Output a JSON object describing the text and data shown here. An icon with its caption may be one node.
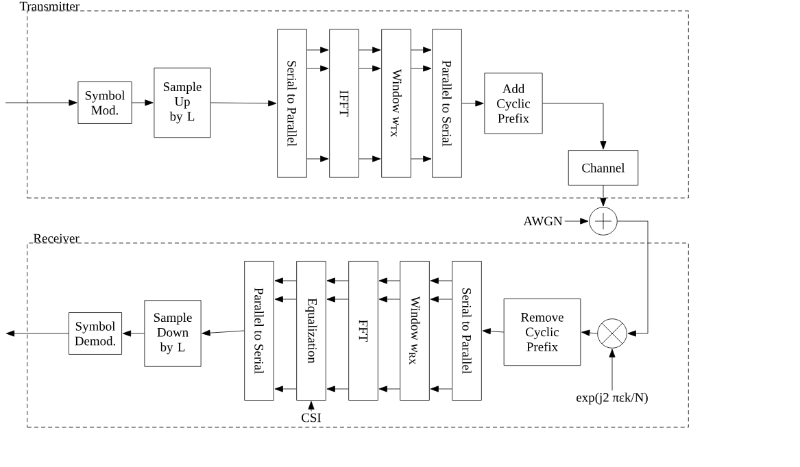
{
  "diagram": {
    "nodes": [
      {
        "text": [
          "Transmitter"
        ]
      },
      {
        "text": [
          "Symbol Mod."
        ],
        "in": 0
      },
      {
        "text": [
          "Sample Up by L"
        ],
        "in": 0
      },
      {
        "text": [
          "Serial to Parallel"
        ],
        "in": 0
      },
      {
        "text": [
          "IFFT"
        ],
        "in": 0
      },
      {
        "text": [
          "Window *w*$_{TX}$"
        ],
        "in": 0
      },
      {
        "text": [
          "Parallel to Serial"
        ],
        "in": 0
      },
      {
        "text": [
          "Add Cyclic Prefix"
        ],
        "in": 0
      },
      {
        "text": [
          "Channel"
        ],
        "in": 0
      },
      {
        "text": [
          "AWGN"
        ]
      },
      {
        "text": [],
        "shape": "circle"
      },
      {
        "text": [
          "Receiver"
        ]
      },
      {
        "text": [
          "Serial to Parallel"
        ],
        "in": 11
      },
      {
        "text": [
          "Window *w*$_{RX}$"
        ],
        "in": 11
      },
      {
        "text": [
          "FFT"
        ],
        "in": 11
      },
      {
        "text": [
          "Equalization"
        ],
        "in": 11
      },
      {
        "text": [
          "Parallel to Serial"
        ],
        "in": 11
      },
      {
        "text": [
          "Sample Down by L"
        ],
        "in": 11
      },
      {
        "text": [
          "Symbol Demod."
        ],
        "in": 11
      },
      {
        "text": [
          "Remove Cyclic Prefix"
        ],
        "in": 11
      },
      {
        "text": [],
        "shape": "circle",
        "in": 11
      },
      {
        "text": [
          "exp(j2 πεk/N)"
        ],
        "in": 11
      },
      {
        "text": [
          "CSI"
        ],
        "in": 11
      }
    ],
    "edges": [
      {
        "from": null,
        "to": 1,
        "arrow": "to"
      },
      {
        "from": 1,
        "to": 2,
        "arrow": "to"
      },
      {
        "from": 2,
        "to": 3,
        "arrow": "to"
      },
      {
        "from": 3,
        "to": 4,
        "arrow": "to"
      },
      {
        "from": 3,
        "to": 4,
        "arrow": "to"
      },
      {
        "from": 3,
        "to": 4,
        "arrow": "to"
      },
      {
        "from": 4,
        "to": 5,
        "arrow": "to"
      },
      {
        "from": 4,
        "to": 5,
        "arrow": "to"
      },
      {
        "from": 4,
        "to": 5,
        "arrow": "to"
      },
      {
        "from": 5,
        "to": 6,
        "arrow": "to"
      },
      {
        "from": 5,
        "to": 6,
        "arrow": "to"
      },
      {
        "from": 5,
        "to": 6,
        "arrow": "to"
      },
      {
        "from": 6,
        "to": 7,
        "arrow": "to"
      },
      {
        "from": 7,
        "to": 8,
        "arrow": "to"
      },
      {
        "from": 8,
        "to": 10,
        "arrow": "to"
      },
      {
        "from": 9,
        "to": 10,
        "arrow": "to"
      },
      {
        "from": 10,
        "to": 20,
        "arrow": "to"
      },
      {
        "from": 21,
        "to": 20,
        "arrow": "to"
      },
      {
        "from": 20,
        "to": 19,
        "arrow": "to"
      },
      {
        "from": 19,
        "to": 12,
        "arrow": "to"
      },
      {
        "from": 12,
        "to": 13,
        "arrow": "to"
      },
      {
        "from": 12,
        "to": 13,
        "arrow": "to"
      },
      {
        "from": 12,
        "to": 13,
        "arrow": "to"
      },
      {
        "from": 13,
        "to": 14,
        "arrow": "to"
      },
      {
        "from": 13,
        "to": 14,
        "arrow": "to"
      },
      {
        "from": 13,
        "to": 14,
        "arrow": "to"
      },
      {
        "from": 14,
        "to": 15,
        "arrow": "to"
      },
      {
        "from": 14,
        "to": 15,
        "arrow": "to"
      },
      {
        "from": 14,
        "to": 15,
        "arrow": "to"
      },
      {
        "from": 15,
        "to": 16,
        "arrow": "to"
      },
      {
        "from": 15,
        "to": 16,
        "arrow": "to"
      },
      {
        "from": 15,
        "to": 16,
        "arrow": "to"
      },
      {
        "from": 16,
        "to": 17,
        "arrow": "to"
      },
      {
        "from": 17,
        "to": 18,
        "arrow": "to"
      },
      {
        "from": 18,
        "to": null,
        "arrow": "to"
      },
      {
        "from": 22,
        "to": 15,
        "arrow": "to"
      }
    ]
  }
}
